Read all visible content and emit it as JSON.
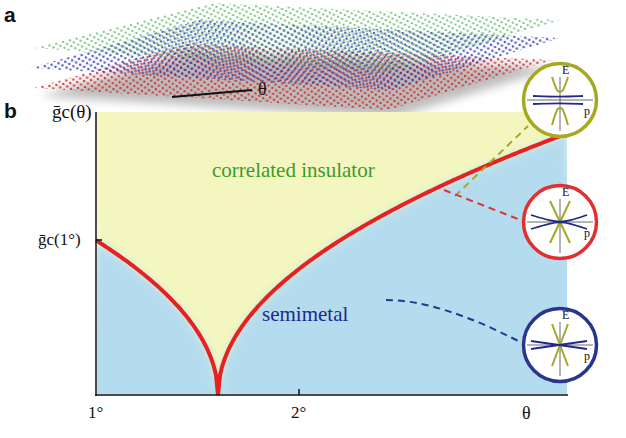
{
  "diagram": {
    "nodes": [
      {
        "text": [
          "E",
          "p"
        ]
      },
      {
        "text": [
          "E",
          "p"
        ]
      },
      {
        "text": [
          "E",
          "p"
        ]
      }
    ],
    "labels": [
      "a",
      "b",
      "θ",
      "ḡc(θ)",
      "ḡc(1°)",
      "correlated insulator",
      "semimetal",
      "1°",
      "2°",
      "θ"
    ]
  }
}
